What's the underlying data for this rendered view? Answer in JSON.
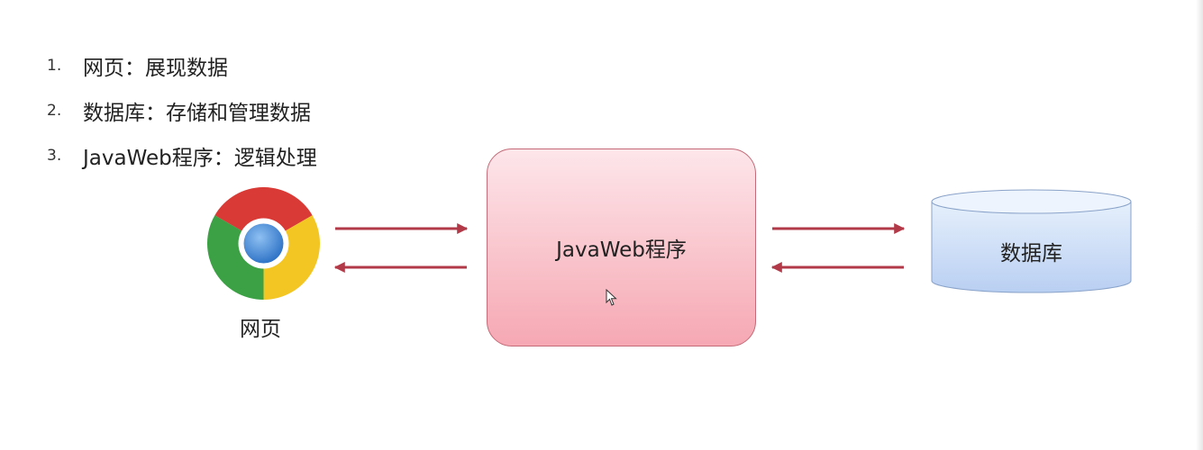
{
  "list": {
    "items": [
      {
        "num": "1.",
        "text": "网页：展现数据"
      },
      {
        "num": "2.",
        "text": "数据库：存储和管理数据"
      },
      {
        "num": "3.",
        "text": "JavaWeb程序：逻辑处理"
      }
    ]
  },
  "diagram": {
    "browser_label": "网页",
    "app_label": "JavaWeb程序",
    "db_label": "数据库"
  },
  "colors": {
    "arrow": "#b23a48",
    "app_fill_top": "#fde6ea",
    "app_fill_bottom": "#f6a8b3",
    "db_fill": "#c9dcf7"
  },
  "icons": {
    "browser": "chrome-icon",
    "cursor": "mouse-pointer-icon"
  }
}
